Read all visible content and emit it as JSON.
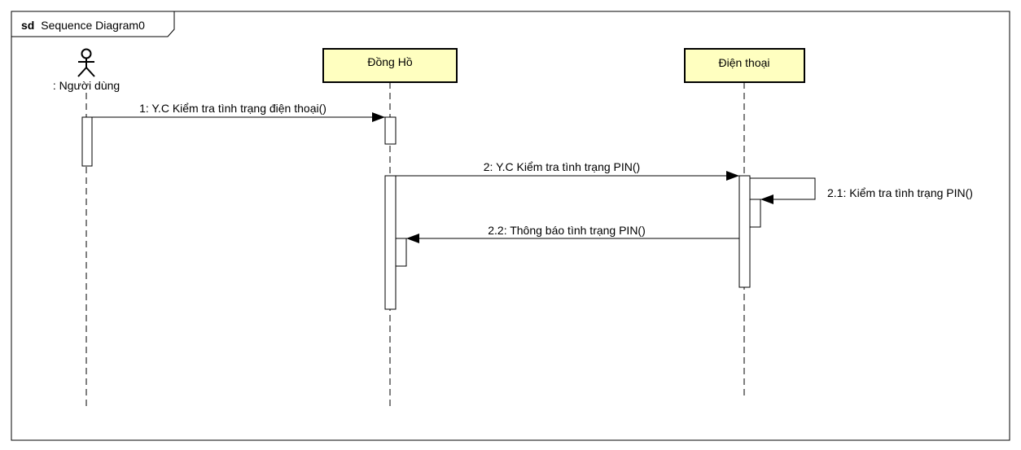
{
  "frame": {
    "keyword": "sd",
    "name": "Sequence Diagram0"
  },
  "lifelines": {
    "actor": {
      "label": ": Người dùng"
    },
    "watch": {
      "label": "Đồng Hồ",
      "fill": "#FFFFC0"
    },
    "phone": {
      "label": "Điện thoại",
      "fill": "#FFFFC0"
    }
  },
  "messages": {
    "m1": {
      "label": "1: Y.C Kiểm tra tình trạng điện thoại()"
    },
    "m2": {
      "label": "2: Y.C Kiểm tra tình trạng PIN()"
    },
    "m21": {
      "label": "2.1: Kiểm tra tình trạng PIN()"
    },
    "m22": {
      "label": "2.2: Thông báo tình trạng PIN()"
    }
  }
}
